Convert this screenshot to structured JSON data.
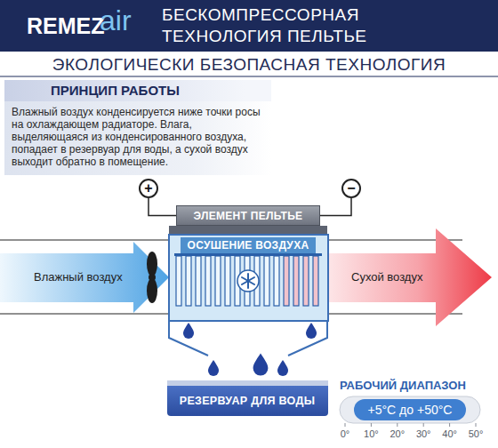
{
  "diagram": {
    "title": "ЭКОЛОГИЧЕСКИ БЕЗОПАСНАЯ ТЕХНОЛОГИЯ",
    "nodes": [
      {
        "text": [
          "ПРИНЦИП РАБОТЫ",
          "Влажный воздух конденсируется ниже точки росы на охлаждающем радиаторе. Влага, выделяющаяся из конденсированного воздуха, попадает в резервуар для воды, а сухой воздух выходит обратно в помещение."
        ]
      },
      {
        "text": [
          "+"
        ]
      },
      {
        "text": [
          "−"
        ]
      },
      {
        "text": [
          "ЭЛЕМЕНТ ПЕЛЬТЬЕ"
        ]
      },
      {
        "text": [
          "ОСУШЕНИЕ ВОЗДУХА"
        ]
      },
      {
        "text": [
          "РЕЗЕРВУАР ДЛЯ ВОДЫ"
        ]
      },
      {
        "text": [
          "+5°C до +50°C"
        ]
      }
    ],
    "edges": [
      {
        "from": 1,
        "to": 3,
        "arrow": "none"
      },
      {
        "from": 2,
        "to": 3,
        "arrow": "none"
      }
    ],
    "labels": [
      "REMEZ",
      "air",
      "БЕСКОМПРЕССОРНАЯ ТЕХНОЛОГИЯ ПЕЛЬТЬЕ",
      "Влажный воздух",
      "Сухой воздух",
      "РАБОЧИЙ ДИАПАЗОН",
      "0°",
      "10°",
      "20°",
      "30°",
      "40°",
      "50°"
    ]
  }
}
